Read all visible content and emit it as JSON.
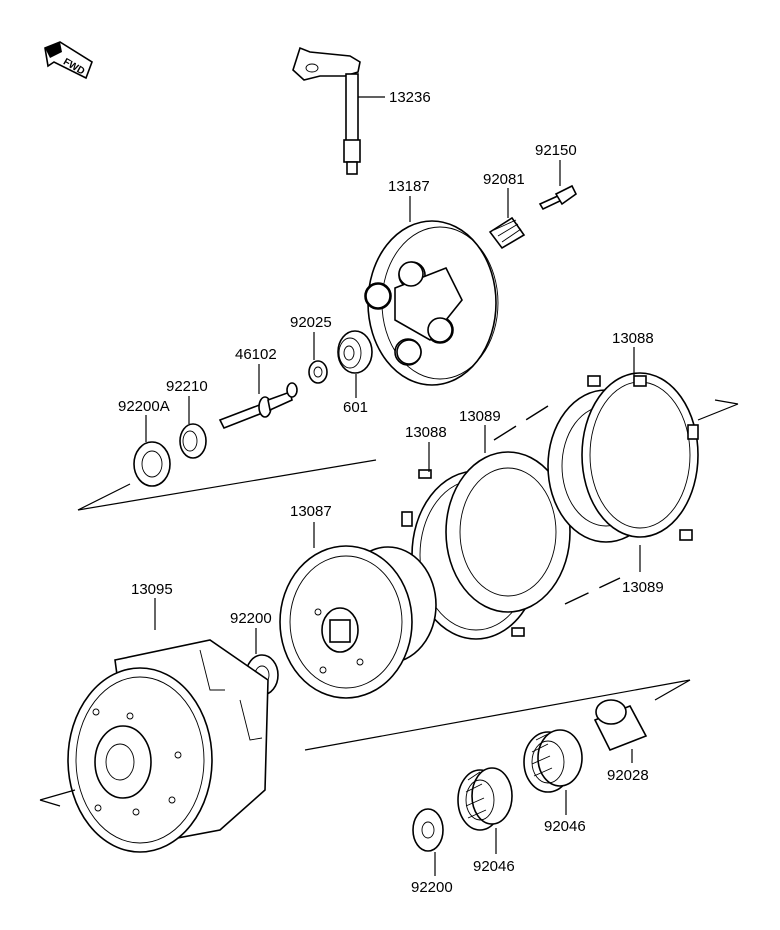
{
  "diagram": {
    "fwd_label": "FWD",
    "labels": {
      "p13236": "13236",
      "p92150": "92150",
      "p92081": "92081",
      "p13187": "13187",
      "p92025": "92025",
      "p46102": "46102",
      "p92210": "92210",
      "p92200A": "92200A",
      "p601": "601",
      "p13088a": "13088",
      "p13089a": "13089",
      "p13088b": "13088",
      "p13089b": "13089",
      "p13087": "13087",
      "p13095": "13095",
      "p92200a": "92200",
      "p92028": "92028",
      "p92046a": "92046",
      "p92046b": "92046",
      "p92200b": "92200"
    }
  }
}
